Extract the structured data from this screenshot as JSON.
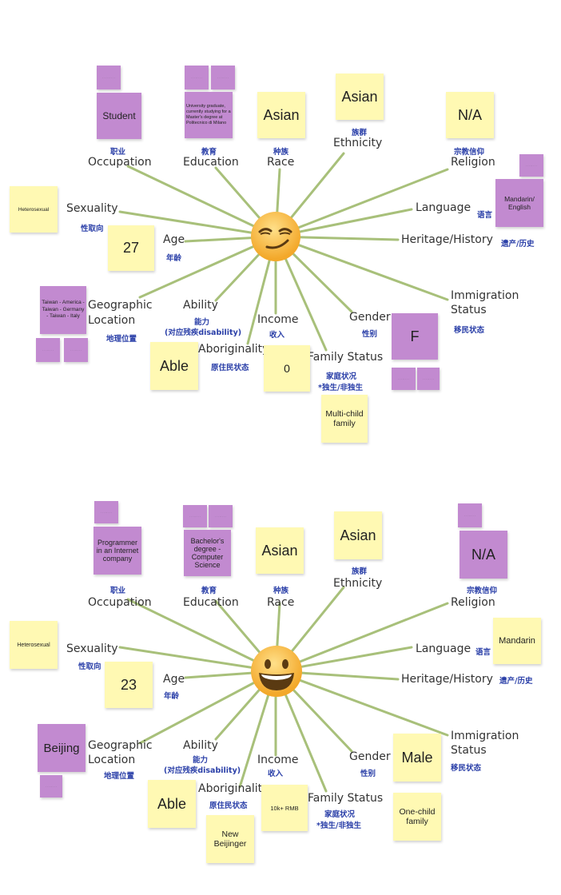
{
  "labels": {
    "occupation_en": "Occupation",
    "occupation_cn": "职业",
    "education_en": "Education",
    "education_cn": "教育",
    "race_en": "Race",
    "race_cn": "种族",
    "ethnicity_en": "Ethnicity",
    "ethnicity_cn": "族群",
    "religion_en": "Religion",
    "religion_cn": "宗教信仰",
    "sexuality_en": "Sexuality",
    "sexuality_cn": "性取向",
    "language_en": "Language",
    "language_cn": "语言",
    "age_en": "Age",
    "age_cn": "年龄",
    "heritage_en": "Heritage/History",
    "heritage_cn": "遗产/历史",
    "geo_en_1": "Geographic",
    "geo_en_2": "Location",
    "geo_cn": "地理位置",
    "ability_en": "Ability",
    "ability_cn_1": "能力",
    "ability_cn_2": "(对应残疾disability)",
    "income_en": "Income",
    "income_cn": "收入",
    "gender_en": "Gender",
    "gender_cn": "性别",
    "immigration_en_1": "Immigration",
    "immigration_en_2": "Status",
    "immigration_cn": "移民状态",
    "aboriginality_en": "Aboriginality",
    "aboriginality_cn": "原住民状态",
    "family_en": "Family Status",
    "family_cn_1": "家庭状况",
    "family_cn_2": "*独生/非独生"
  },
  "profile1": {
    "occupation": "Student",
    "education": "University graduate, currently studying for a Master's degree at Politecnico di Milano",
    "race": "Asian",
    "ethnicity": "Asian",
    "religion": "N/A",
    "sexuality": "Heterosexual",
    "language": "Mandarin/ English",
    "age": "27",
    "geo": "Taiwan - America - Taiwan - Germany - Taiwan - Italy",
    "ability": "Able",
    "income": "0",
    "gender": "F",
    "family": "Multi-child family"
  },
  "profile2": {
    "occupation": "Programmer in an Internet company",
    "education": "Bachelor's degree - Computer Science",
    "race": "Asian",
    "ethnicity": "Asian",
    "religion": "N/A",
    "sexuality": "Heterosexual",
    "language": "Mandarin",
    "age": "23",
    "geo": "Beijing",
    "ability": "Able",
    "income": "10k+ RMB",
    "gender": "Male",
    "family": "One-child family",
    "aboriginality": "New Beijinger"
  },
  "colors": {
    "ray": "#a8c07a",
    "yellow_note": "#fff9b3",
    "purple_note": "#c28ad0",
    "cn_label": "#2a3fa8"
  }
}
